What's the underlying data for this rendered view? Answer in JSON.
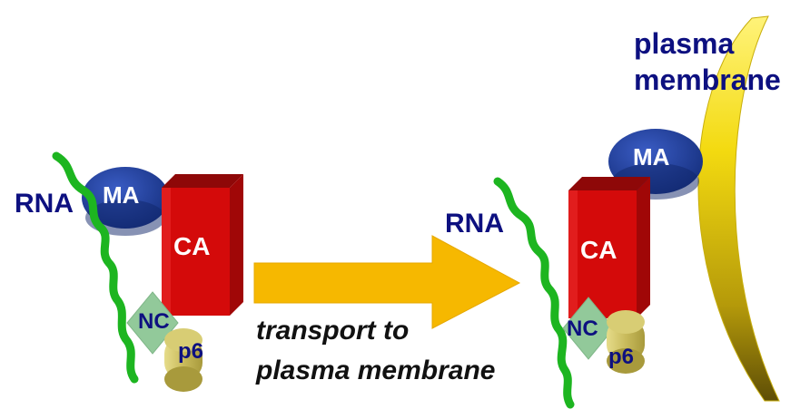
{
  "left_complex": {
    "rna_label": "RNA",
    "ma_label": "MA",
    "ca_label": "CA",
    "nc_label": "NC",
    "p6_label": "p6"
  },
  "right_complex": {
    "rna_label": "RNA",
    "ma_label": "MA",
    "ca_label": "CA",
    "nc_label": "NC",
    "p6_label": "p6"
  },
  "membrane": {
    "label_line1": "plasma",
    "label_line2": "membrane"
  },
  "transport": {
    "caption_line1": "transport  to",
    "caption_line2": "plasma membrane"
  },
  "colors": {
    "rna": "#1db520",
    "ma": "#1f3c9a",
    "ca": "#d40a0a",
    "nc": "#92c99a",
    "p6": "#cfc36a",
    "arrow": "#f6b800",
    "membrane": "#f3da10",
    "label_text": "#0d1080"
  }
}
